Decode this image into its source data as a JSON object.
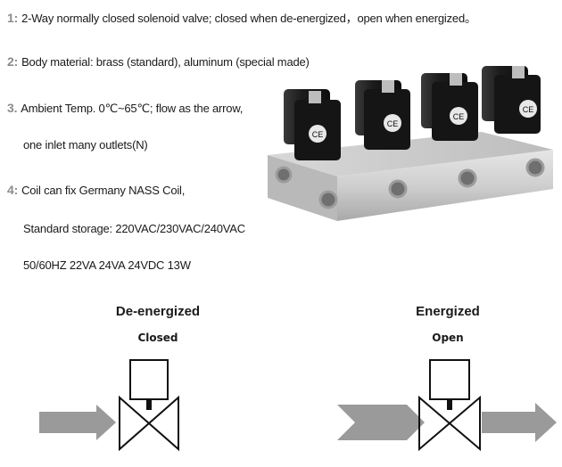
{
  "specs": [
    {
      "number": "1:",
      "text": "2-Way normally closed solenoid valve; closed when de-energized，open when energized。"
    },
    {
      "number": "2:",
      "text": "Body material: brass (standard), aluminum (special made)"
    },
    {
      "number": "3.",
      "text": "Ambient Temp. 0℃~65℃; flow as the arrow,"
    },
    {
      "number": "",
      "text": "one inlet many outlets(N)"
    },
    {
      "number": "4:",
      "text": "Coil can fix Germany NASS Coil,"
    },
    {
      "number": "",
      "text": "Standard storage: 220VAC/230VAC/240VAC"
    },
    {
      "number": "",
      "text": "50/60HZ 22VA  24VA 24VDC 13W"
    }
  ],
  "coil_marking": "CE",
  "diagrams": {
    "left": {
      "title": "De-energized",
      "state": "Closed"
    },
    "right": {
      "title": "Energized",
      "state": "Open"
    }
  },
  "colors": {
    "number_gray": "#8c8c8c",
    "arrow_gray": "#9a9a9a",
    "manifold": "#c9c9c9",
    "coil_black": "#1b1b1b"
  }
}
